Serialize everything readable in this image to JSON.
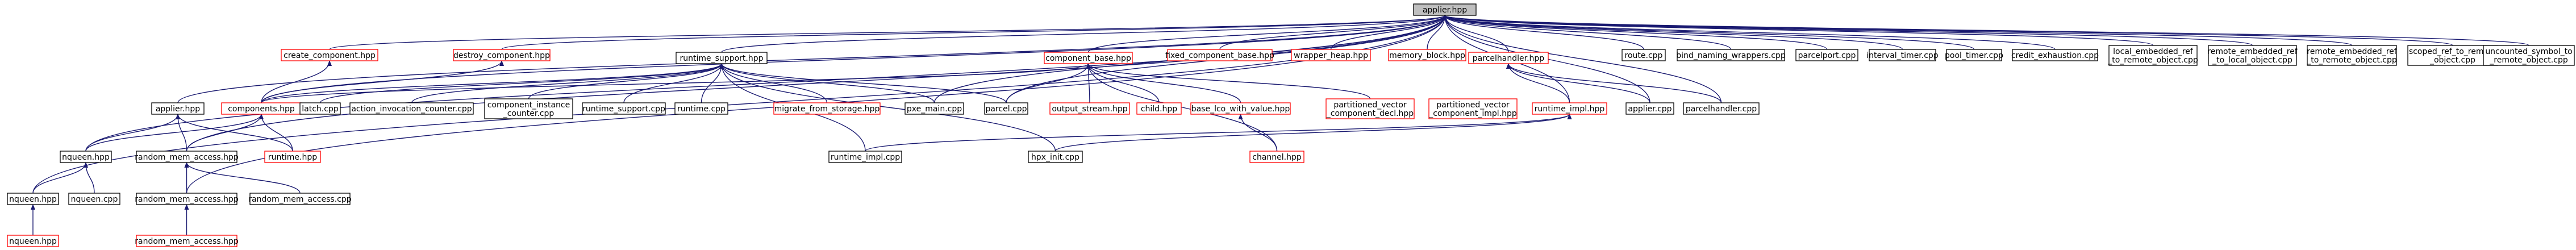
{
  "graph": {
    "root": "applier.hpp",
    "colors": {
      "edge": "#191970",
      "missing_border": "#ff0000",
      "normal_border": "#000000",
      "root_fill": "#bfbfbf"
    },
    "nodes": [
      {
        "id": "applier_hpp",
        "lines": [
          "applier.hpp"
        ],
        "kind": "root"
      },
      {
        "id": "create_component",
        "lines": [
          "create_component.hpp"
        ],
        "kind": "red"
      },
      {
        "id": "destroy_component",
        "lines": [
          "destroy_component.hpp"
        ],
        "kind": "red"
      },
      {
        "id": "runtime_support_hpp",
        "lines": [
          "runtime_support.hpp"
        ],
        "kind": "normal"
      },
      {
        "id": "component_base",
        "lines": [
          "component_base.hpp"
        ],
        "kind": "red"
      },
      {
        "id": "fixed_component_base",
        "lines": [
          "fixed_component_base.hpp"
        ],
        "kind": "red"
      },
      {
        "id": "wrapper_heap",
        "lines": [
          "wrapper_heap.hpp"
        ],
        "kind": "red"
      },
      {
        "id": "memory_block",
        "lines": [
          "memory_block.hpp"
        ],
        "kind": "red"
      },
      {
        "id": "parcelhandler_hpp",
        "lines": [
          "parcelhandler.hpp"
        ],
        "kind": "red"
      },
      {
        "id": "route_cpp",
        "lines": [
          "route.cpp"
        ],
        "kind": "normal"
      },
      {
        "id": "bind_naming",
        "lines": [
          "bind_naming_wrappers.cpp"
        ],
        "kind": "normal"
      },
      {
        "id": "parcelport",
        "lines": [
          "parcelport.cpp"
        ],
        "kind": "normal"
      },
      {
        "id": "interval_timer",
        "lines": [
          "interval_timer.cpp"
        ],
        "kind": "normal"
      },
      {
        "id": "pool_timer",
        "lines": [
          "pool_timer.cpp"
        ],
        "kind": "normal"
      },
      {
        "id": "credit_exhaustion",
        "lines": [
          "credit_exhaustion.cpp"
        ],
        "kind": "normal"
      },
      {
        "id": "local_embedded",
        "lines": [
          "local_embedded_ref",
          "_to_remote_object.cpp"
        ],
        "kind": "normal"
      },
      {
        "id": "remote_embedded_local",
        "lines": [
          "remote_embedded_ref",
          "_to_local_object.cpp"
        ],
        "kind": "normal"
      },
      {
        "id": "remote_embedded_remote",
        "lines": [
          "remote_embedded_ref",
          "_to_remote_object.cpp"
        ],
        "kind": "normal"
      },
      {
        "id": "scoped_ref",
        "lines": [
          "scoped_ref_to_remote",
          "_object.cpp"
        ],
        "kind": "normal"
      },
      {
        "id": "uncounted_symbol",
        "lines": [
          "uncounted_symbol_to",
          "_remote_object.cpp"
        ],
        "kind": "normal"
      },
      {
        "id": "applier_hpp2",
        "lines": [
          "applier.hpp"
        ],
        "kind": "normal"
      },
      {
        "id": "components_hpp",
        "lines": [
          "components.hpp"
        ],
        "kind": "red"
      },
      {
        "id": "latch_cpp",
        "lines": [
          "latch.cpp"
        ],
        "kind": "normal"
      },
      {
        "id": "action_invocation",
        "lines": [
          "action_invocation_counter.cpp"
        ],
        "kind": "normal"
      },
      {
        "id": "component_instance",
        "lines": [
          "component_instance",
          "_counter.cpp"
        ],
        "kind": "normal"
      },
      {
        "id": "runtime_support_cpp",
        "lines": [
          "runtime_support.cpp"
        ],
        "kind": "normal"
      },
      {
        "id": "runtime_cpp",
        "lines": [
          "runtime.cpp"
        ],
        "kind": "normal"
      },
      {
        "id": "migrate_from_storage",
        "lines": [
          "migrate_from_storage.hpp"
        ],
        "kind": "red"
      },
      {
        "id": "pxe_main",
        "lines": [
          "pxe_main.cpp"
        ],
        "kind": "normal"
      },
      {
        "id": "parcel_cpp",
        "lines": [
          "parcel.cpp"
        ],
        "kind": "normal"
      },
      {
        "id": "output_stream",
        "lines": [
          "output_stream.hpp"
        ],
        "kind": "red"
      },
      {
        "id": "child_hpp",
        "lines": [
          "child.hpp"
        ],
        "kind": "red"
      },
      {
        "id": "base_lco",
        "lines": [
          "base_lco_with_value.hpp"
        ],
        "kind": "red"
      },
      {
        "id": "partitioned_vector_decl",
        "lines": [
          "partitioned_vector",
          "_component_decl.hpp"
        ],
        "kind": "red"
      },
      {
        "id": "partitioned_vector_impl",
        "lines": [
          "partitioned_vector",
          "_component_impl.hpp"
        ],
        "kind": "red"
      },
      {
        "id": "runtime_impl_hpp",
        "lines": [
          "runtime_impl.hpp"
        ],
        "kind": "red"
      },
      {
        "id": "applier_cpp",
        "lines": [
          "applier.cpp"
        ],
        "kind": "normal"
      },
      {
        "id": "parcelhandler_cpp",
        "lines": [
          "parcelhandler.cpp"
        ],
        "kind": "normal"
      },
      {
        "id": "runtime_hpp",
        "lines": [
          "runtime.hpp"
        ],
        "kind": "red"
      },
      {
        "id": "runtime_impl_cpp",
        "lines": [
          "runtime_impl.cpp"
        ],
        "kind": "normal"
      },
      {
        "id": "hpx_init",
        "lines": [
          "hpx_init.cpp"
        ],
        "kind": "normal"
      },
      {
        "id": "channel_hpp",
        "lines": [
          "channel.hpp"
        ],
        "kind": "red"
      },
      {
        "id": "nqueen_hpp_a",
        "lines": [
          "nqueen.hpp"
        ],
        "kind": "normal"
      },
      {
        "id": "random_mem_access_hpp_a",
        "lines": [
          "random_mem_access.hpp"
        ],
        "kind": "normal"
      },
      {
        "id": "nqueen_hpp_b",
        "lines": [
          "nqueen.hpp"
        ],
        "kind": "normal"
      },
      {
        "id": "nqueen_cpp",
        "lines": [
          "nqueen.cpp"
        ],
        "kind": "normal"
      },
      {
        "id": "random_mem_access_hpp_b",
        "lines": [
          "random_mem_access.hpp"
        ],
        "kind": "normal"
      },
      {
        "id": "random_mem_access_cpp",
        "lines": [
          "random_mem_access.cpp"
        ],
        "kind": "normal"
      },
      {
        "id": "nqueen_hpp_c",
        "lines": [
          "nqueen.hpp"
        ],
        "kind": "red"
      },
      {
        "id": "random_mem_access_hpp_c",
        "lines": [
          "random_mem_access.hpp"
        ],
        "kind": "red"
      }
    ],
    "edges": [
      [
        "create_component",
        "applier_hpp"
      ],
      [
        "destroy_component",
        "applier_hpp"
      ],
      [
        "runtime_support_hpp",
        "applier_hpp"
      ],
      [
        "component_base",
        "applier_hpp"
      ],
      [
        "fixed_component_base",
        "applier_hpp"
      ],
      [
        "wrapper_heap",
        "applier_hpp"
      ],
      [
        "memory_block",
        "applier_hpp"
      ],
      [
        "parcelhandler_hpp",
        "applier_hpp"
      ],
      [
        "route_cpp",
        "applier_hpp"
      ],
      [
        "bind_naming",
        "applier_hpp"
      ],
      [
        "parcelport",
        "applier_hpp"
      ],
      [
        "interval_timer",
        "applier_hpp"
      ],
      [
        "pool_timer",
        "applier_hpp"
      ],
      [
        "credit_exhaustion",
        "applier_hpp"
      ],
      [
        "local_embedded",
        "applier_hpp"
      ],
      [
        "remote_embedded_local",
        "applier_hpp"
      ],
      [
        "remote_embedded_remote",
        "applier_hpp"
      ],
      [
        "scoped_ref",
        "applier_hpp"
      ],
      [
        "uncounted_symbol",
        "applier_hpp"
      ],
      [
        "applier_hpp2",
        "applier_hpp"
      ],
      [
        "components_hpp",
        "applier_hpp"
      ],
      [
        "pxe_main",
        "applier_hpp"
      ],
      [
        "parcel_cpp",
        "applier_hpp"
      ],
      [
        "applier_cpp",
        "applier_hpp"
      ],
      [
        "parcelhandler_cpp",
        "applier_hpp"
      ],
      [
        "runtime_impl_hpp",
        "applier_hpp"
      ],
      [
        "nqueen_hpp_a",
        "applier_hpp"
      ],
      [
        "random_mem_access_hpp_a",
        "applier_hpp"
      ],
      [
        "nqueen_hpp_b",
        "applier_hpp"
      ],
      [
        "random_mem_access_hpp_b",
        "applier_hpp"
      ],
      [
        "components_hpp",
        "create_component"
      ],
      [
        "components_hpp",
        "destroy_component"
      ],
      [
        "components_hpp",
        "runtime_support_hpp"
      ],
      [
        "latch_cpp",
        "runtime_support_hpp"
      ],
      [
        "action_invocation",
        "runtime_support_hpp"
      ],
      [
        "component_instance",
        "runtime_support_hpp"
      ],
      [
        "runtime_support_cpp",
        "runtime_support_hpp"
      ],
      [
        "runtime_cpp",
        "runtime_support_hpp"
      ],
      [
        "migrate_from_storage",
        "runtime_support_hpp"
      ],
      [
        "pxe_main",
        "runtime_support_hpp"
      ],
      [
        "parcel_cpp",
        "runtime_support_hpp"
      ],
      [
        "runtime_impl_cpp",
        "runtime_support_hpp"
      ],
      [
        "hpx_init",
        "runtime_support_hpp"
      ],
      [
        "components_hpp",
        "component_base"
      ],
      [
        "parcel_cpp",
        "component_base"
      ],
      [
        "output_stream",
        "component_base"
      ],
      [
        "child_hpp",
        "component_base"
      ],
      [
        "base_lco",
        "component_base"
      ],
      [
        "partitioned_vector_decl",
        "component_base"
      ],
      [
        "channel_hpp",
        "component_base"
      ],
      [
        "runtime_impl_hpp",
        "parcelhandler_hpp"
      ],
      [
        "applier_cpp",
        "parcelhandler_hpp"
      ],
      [
        "parcelhandler_cpp",
        "parcelhandler_hpp"
      ],
      [
        "runtime_impl_cpp",
        "runtime_impl_hpp"
      ],
      [
        "hpx_init",
        "runtime_impl_hpp"
      ],
      [
        "channel_hpp",
        "base_lco"
      ],
      [
        "runtime_hpp",
        "components_hpp"
      ],
      [
        "nqueen_hpp_a",
        "components_hpp"
      ],
      [
        "random_mem_access_hpp_a",
        "components_hpp"
      ],
      [
        "runtime_hpp",
        "applier_hpp2"
      ],
      [
        "nqueen_hpp_a",
        "applier_hpp2"
      ],
      [
        "random_mem_access_hpp_a",
        "applier_hpp2"
      ],
      [
        "nqueen_hpp_b",
        "nqueen_hpp_a"
      ],
      [
        "nqueen_cpp",
        "nqueen_hpp_a"
      ],
      [
        "random_mem_access_hpp_b",
        "random_mem_access_hpp_a"
      ],
      [
        "random_mem_access_cpp",
        "random_mem_access_hpp_a"
      ],
      [
        "nqueen_hpp_c",
        "nqueen_hpp_b"
      ],
      [
        "random_mem_access_hpp_c",
        "random_mem_access_hpp_b"
      ]
    ]
  }
}
